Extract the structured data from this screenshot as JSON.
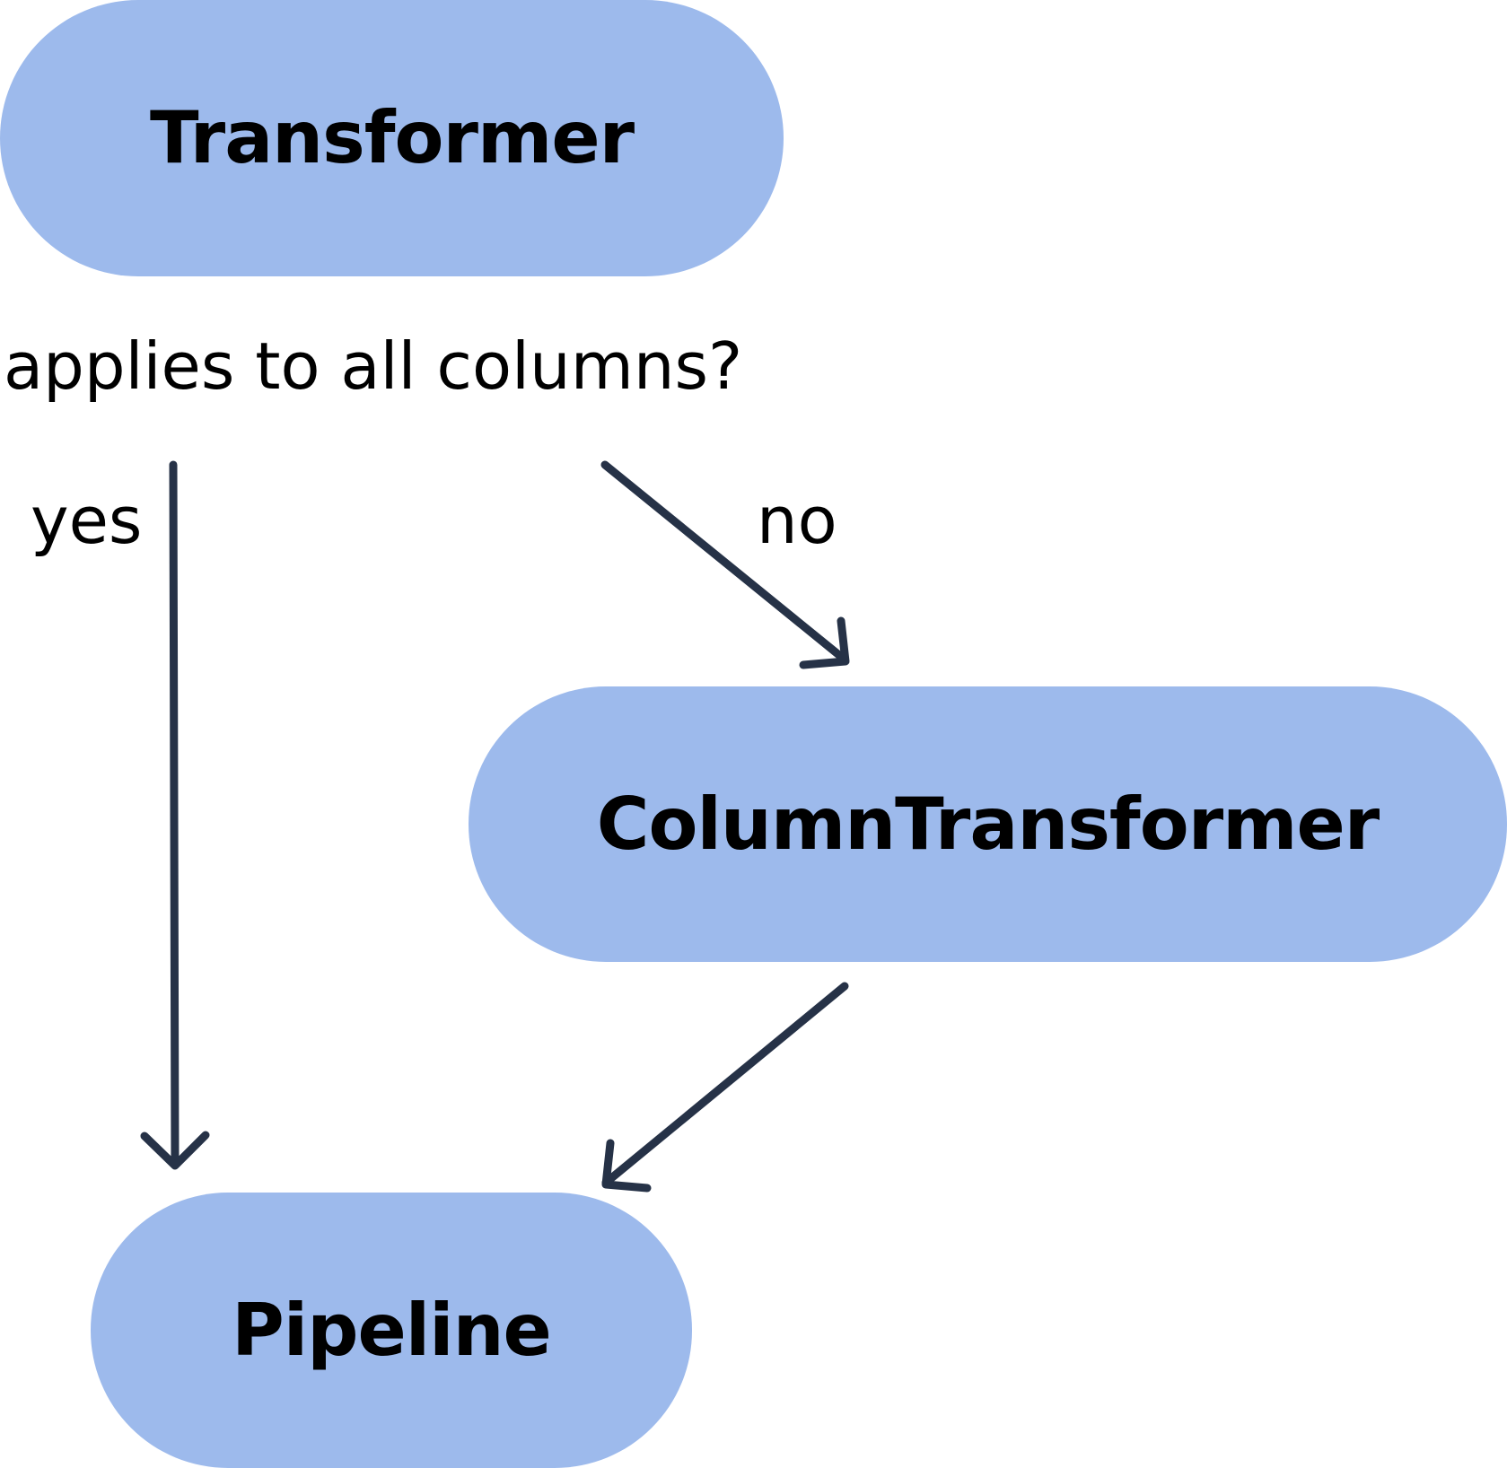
{
  "nodes": {
    "transformer": "Transformer",
    "column_transformer": "ColumnTransformer",
    "pipeline": "Pipeline"
  },
  "decision": {
    "question": "applies to all columns?",
    "yes_label": "yes",
    "no_label": "no"
  },
  "edges": [
    {
      "from": "Transformer",
      "to": "Pipeline",
      "label": "yes"
    },
    {
      "from": "Transformer",
      "to": "ColumnTransformer",
      "label": "no"
    },
    {
      "from": "ColumnTransformer",
      "to": "Pipeline",
      "label": ""
    }
  ],
  "colors": {
    "node_fill": "#9dbaec",
    "arrow": "#263247",
    "text": "#000000",
    "background": "#ffffff"
  }
}
